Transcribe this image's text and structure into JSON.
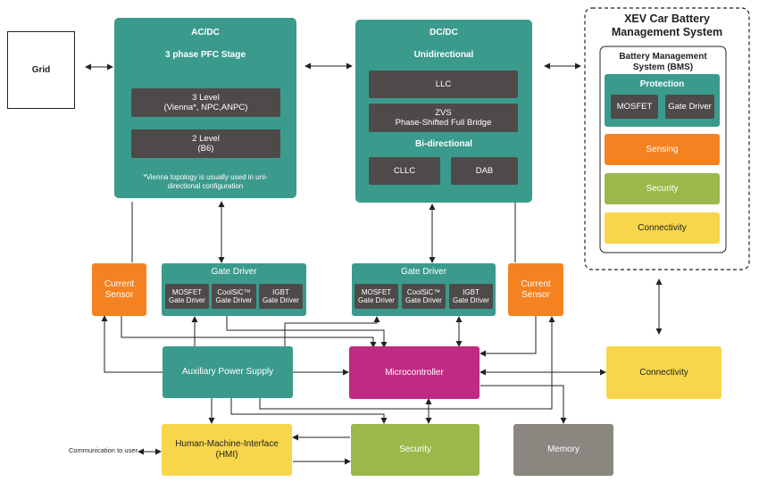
{
  "grid": {
    "label": "Grid"
  },
  "acdc": {
    "title": "AC/DC",
    "subtitle": "3 phase PFC Stage",
    "level3": "3 Level\n(Vienna*, NPC,ANPC)",
    "level2": "2 Level\n(B6)",
    "note": "*Vienna topology is usually used in uni-\ndirectional configuration"
  },
  "dcdc": {
    "title": "DC/DC",
    "unidirectional": "Unidirectional",
    "llc": "LLC",
    "zvs": "ZVS\nPhase-Shifted Full Bridge",
    "bidirectional": "Bi-directional",
    "cllc": "CLLC",
    "dab": "DAB"
  },
  "xev": {
    "title": "XEV Car Battery\nManagement System",
    "bms_title": "Battery Management\nSystem (BMS)",
    "protection": "Protection",
    "mosfet": "MOSFET",
    "gate_driver": "Gate Driver",
    "sensing": "Sensing",
    "security": "Security",
    "connectivity": "Connectivity"
  },
  "left_current_sensor": "Current\nSensor",
  "right_current_sensor": "Current\nSensor",
  "left_gate_driver": {
    "title": "Gate Driver",
    "mosfet": "MOSFET\nGate Driver",
    "coolsic": "CoolSiC™\nGate Driver",
    "igbt": "IGBT\nGate Driver"
  },
  "right_gate_driver": {
    "title": "Gate Driver",
    "mosfet": "MOSFET\nGate Driver",
    "coolsic": "CoolSiC™\nGate Driver",
    "igbt": "IGBT\nGate Driver"
  },
  "aux_power": "Auxiliary Power Supply",
  "microcontroller": "Microcontroller",
  "connectivity": "Connectivity",
  "hmi": "Human-Machine-Interface\n(HMI)",
  "security": "Security",
  "memory": "Memory",
  "comm_label": "Communication to user",
  "colors": {
    "teal": "#3a9b8d",
    "dark_grey": "#4f4a4a",
    "orange": "#f58220",
    "green": "#9ab94a",
    "yellow": "#f8d64b",
    "magenta": "#c02a83",
    "memory_grey": "#8a8680"
  }
}
